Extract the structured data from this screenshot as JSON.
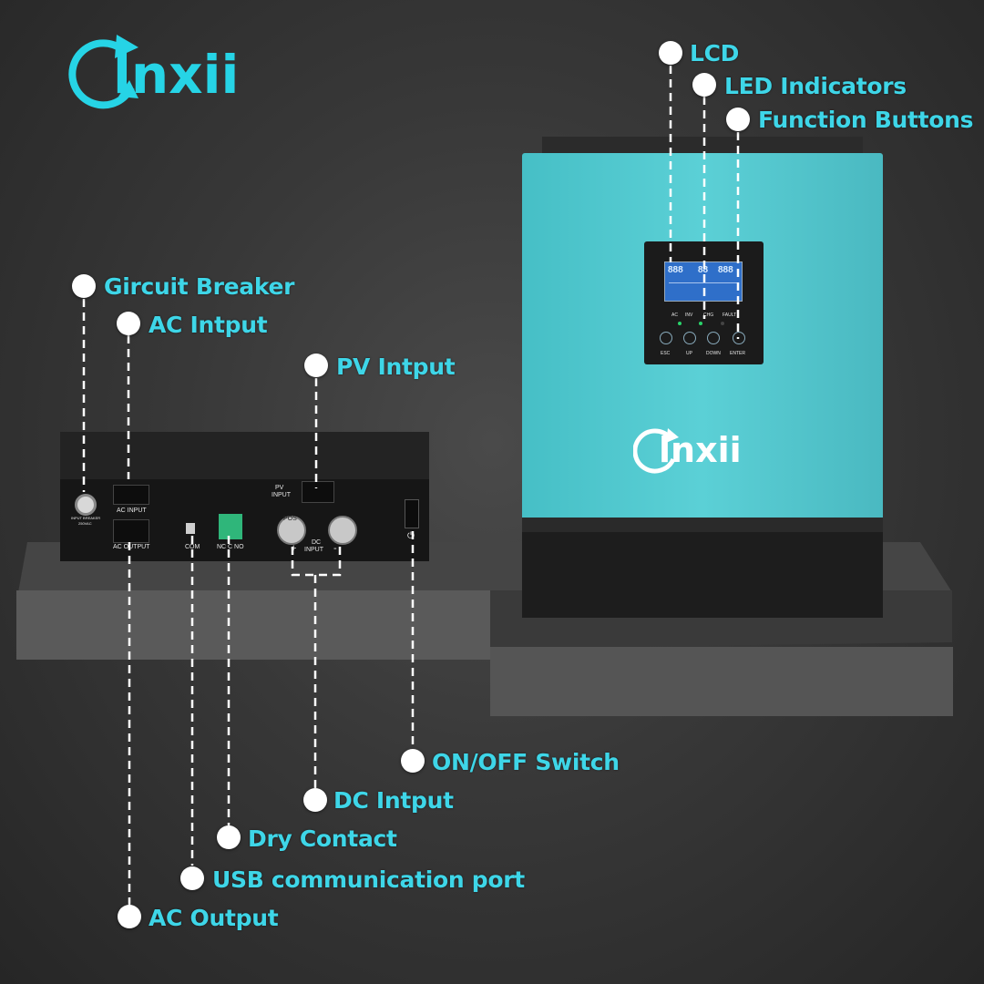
{
  "brand": {
    "name": "lnxii"
  },
  "callouts": {
    "lcd": "LCD",
    "led_indicators": "LED Indicators",
    "function_buttons": "Function Buttons",
    "circuit_breaker": "Gircuit Breaker",
    "ac_input": "AC Intput",
    "pv_input": "PV Intput",
    "on_off_switch": "ON/OFF Switch",
    "dc_input": "DC Intput",
    "dry_contact": "Dry Contact",
    "usb_port": "USB communication port",
    "ac_output": "AC Output"
  },
  "panel_labels": {
    "ac_input": "AC INPUT",
    "ac_output": "AC OUTPUT",
    "pv_input_1": "PV",
    "pv_input_2": "INPUT",
    "dc_input_1": "DC",
    "dc_input_2": "INPUT",
    "com": "COM",
    "dry": "NC C NO",
    "breaker_1": "INPUT BREAKER",
    "breaker_2": "250VAC",
    "pos": "POS",
    "plus": "+",
    "minus": "-"
  },
  "front_panel": {
    "lcd_digits_1": "888",
    "lcd_digits_2": "88",
    "lcd_digits_3": "888",
    "led_1": "AC",
    "led_2": "INV",
    "led_3": "CHG",
    "led_4": "FAULT",
    "btn_esc": "ESC",
    "btn_up": "UP",
    "btn_down": "DOWN",
    "btn_enter": "ENTER"
  },
  "colors": {
    "accent": "#3ed6e8",
    "body_teal": "#4cc9cf",
    "dark": "#1e1e1e"
  }
}
